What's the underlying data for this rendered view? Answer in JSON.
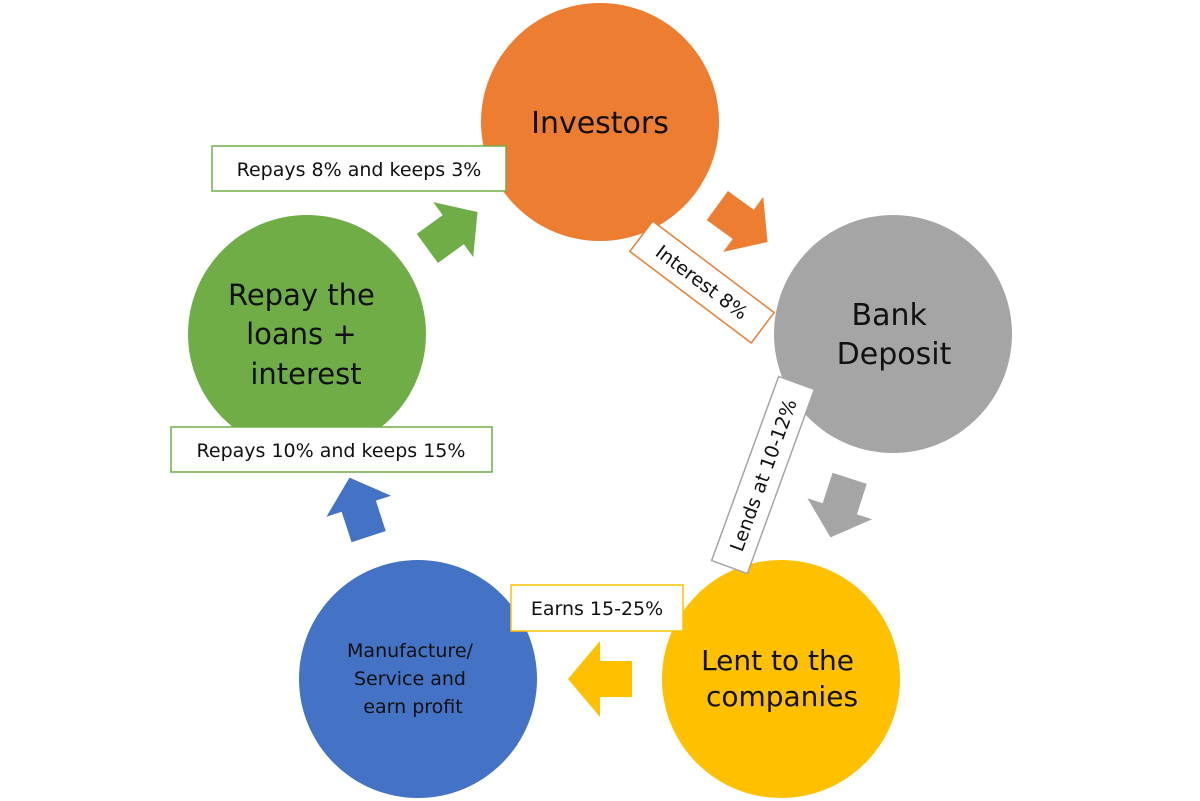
{
  "nodes": [
    {
      "id": "investors",
      "lines": [
        "Investors"
      ],
      "color": "#ED7D31"
    },
    {
      "id": "bank-deposit",
      "lines": [
        "Bank",
        "Deposit"
      ],
      "color": "#A5A5A5"
    },
    {
      "id": "lent-to-companies",
      "lines": [
        "Lent to the",
        "companies"
      ],
      "color": "#FFC000"
    },
    {
      "id": "manufacture",
      "lines": [
        "Manufacture/",
        "Service and",
        "earn profit"
      ],
      "color": "#4472C4"
    },
    {
      "id": "repay-loans",
      "lines": [
        "Repay the",
        "loans +",
        "interest"
      ],
      "color": "#70AD47"
    }
  ],
  "labels": [
    {
      "id": "interest",
      "text": "Interest 8%",
      "border": "#ED7D31"
    },
    {
      "id": "lends",
      "text": "Lends at 10-12%",
      "border": "#A5A5A5"
    },
    {
      "id": "earns",
      "text": "Earns 15-25%",
      "border": "#FFC000"
    },
    {
      "id": "repays-10",
      "text": "Repays 10% and keeps 15%",
      "border": "#70AD47"
    },
    {
      "id": "repays-8",
      "text": "Repays 8% and keeps 3%",
      "border": "#70AD47"
    }
  ]
}
